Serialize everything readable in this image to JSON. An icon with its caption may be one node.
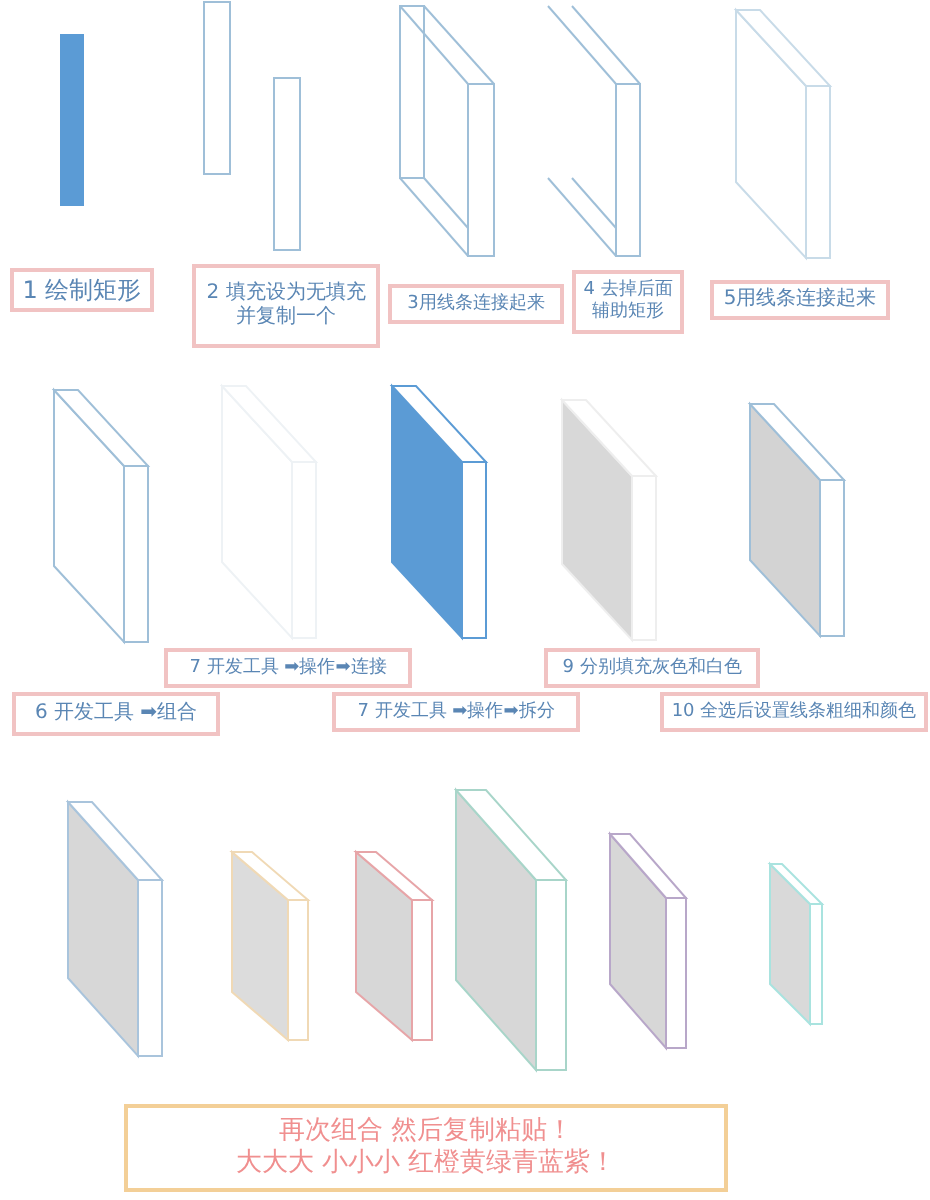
{
  "diagram": {
    "nodes": [
      {
        "text": [
          "1 绘制矩形"
        ]
      },
      {
        "text": [
          "2 填充设为无填充并复制一个"
        ]
      },
      {
        "text": [
          "3用线条连接起来"
        ]
      },
      {
        "text": [
          "4 去掉后面辅助矩形"
        ]
      },
      {
        "text": [
          "5用线条连接起来"
        ]
      },
      {
        "text": [
          "7 开发工具 ➡操作➡连接"
        ]
      },
      {
        "text": [
          "9 分别填充灰色和白色"
        ]
      },
      {
        "text": [
          "6 开发工具 ➡组合"
        ]
      },
      {
        "text": [
          "7 开发工具 ➡操作➡拆分"
        ]
      },
      {
        "text": [
          "10 全选后设置线条粗细和颜色"
        ]
      },
      {
        "text": [
          "再次组合 然后复制粘贴！",
          "大大大 小小小 红橙黄绿青蓝紫！"
        ]
      }
    ]
  }
}
